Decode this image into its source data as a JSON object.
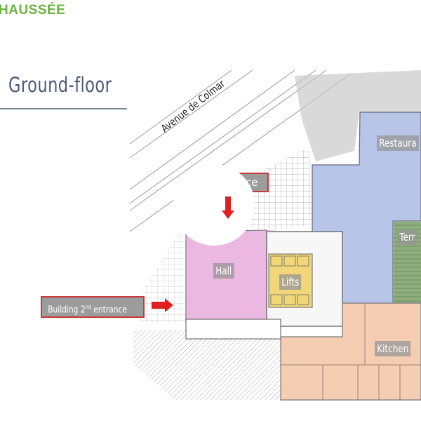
{
  "header": {
    "section_title": "HAUSSÉE",
    "floor_title": "Ground-floor"
  },
  "plan": {
    "street": "Avenue de Colmar",
    "labels": {
      "main_entrance_partial": "ce",
      "restaurant": "Restaura",
      "terrace": "Terr",
      "hall": "Hall",
      "lifts": "Lifts",
      "kitchen": "Kitchen"
    },
    "second_entrance": {
      "text": "Building 2",
      "sup": "nd",
      "rest": " entrance"
    },
    "zone_colors": {
      "restaurant": "#b7c6e8",
      "terrace": "#8fae7e",
      "hall": "#eab8e0",
      "lifts": "#f1d77a",
      "kitchen": "#f4cdb3",
      "marker": "#e02020"
    }
  }
}
